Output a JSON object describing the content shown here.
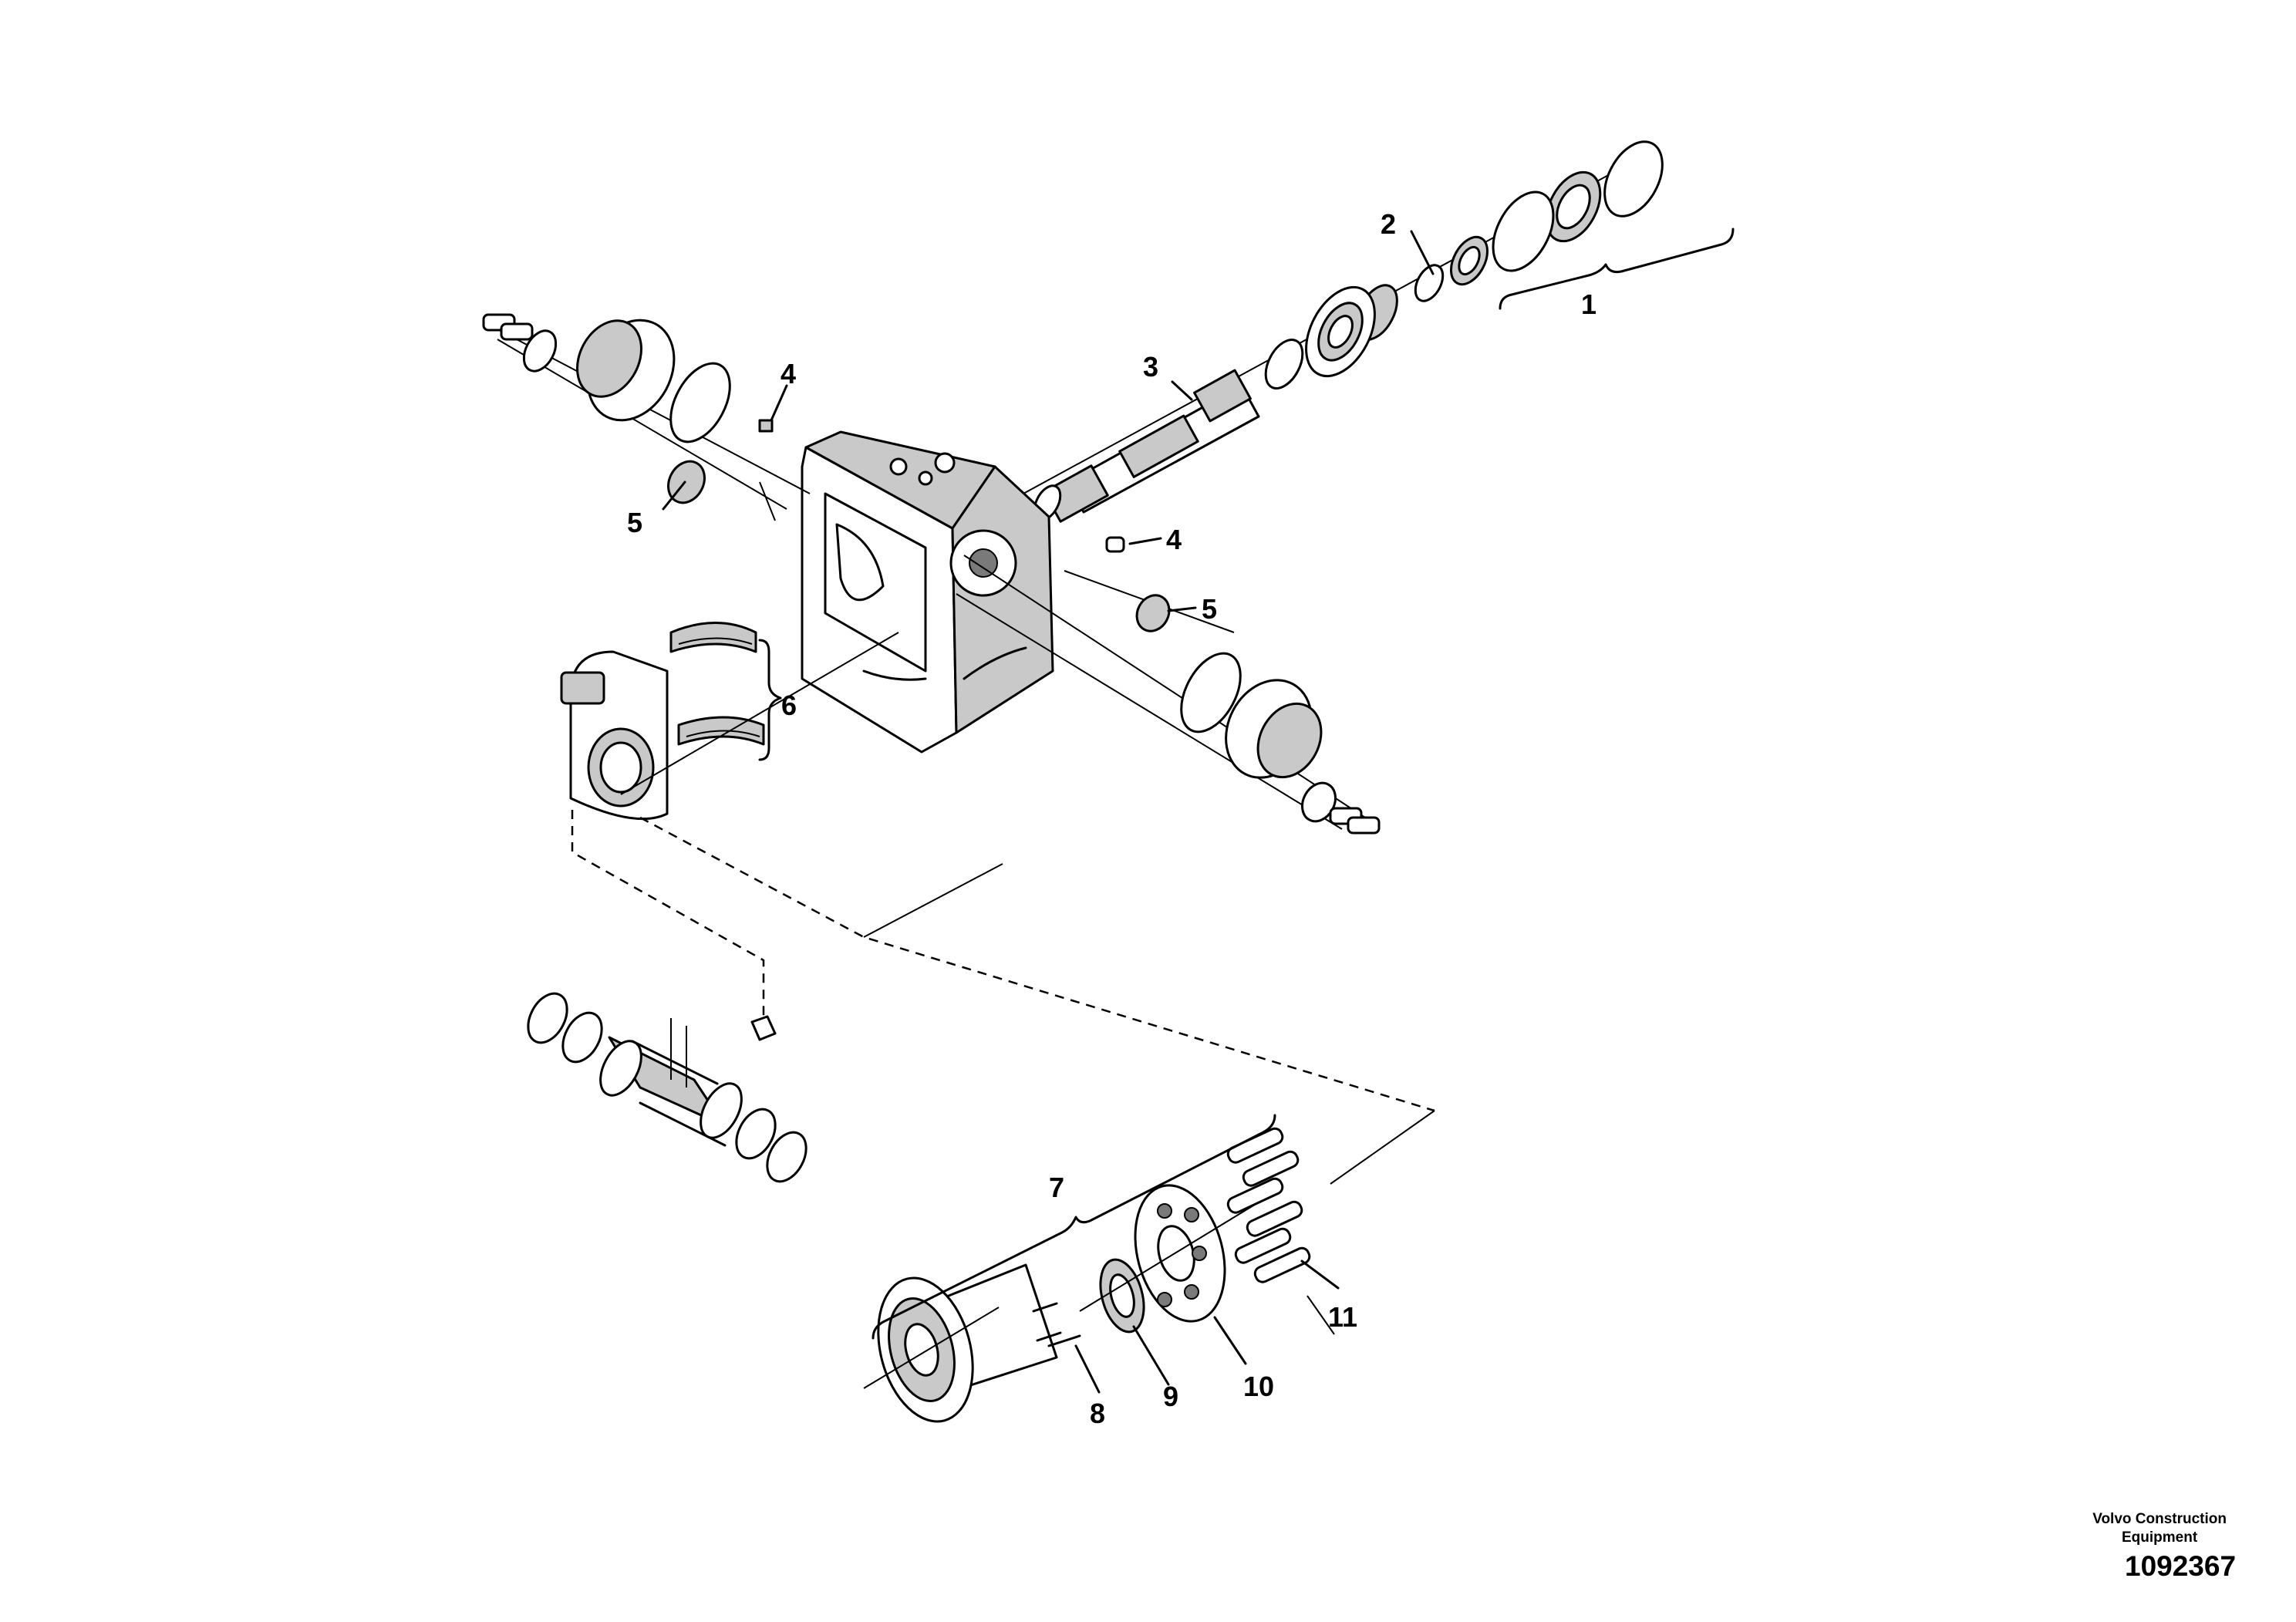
{
  "diagram": {
    "callouts": [
      {
        "id": "1",
        "label": "1"
      },
      {
        "id": "2",
        "label": "2"
      },
      {
        "id": "3",
        "label": "3"
      },
      {
        "id": "4a",
        "label": "4"
      },
      {
        "id": "4b",
        "label": "4"
      },
      {
        "id": "5a",
        "label": "5"
      },
      {
        "id": "5b",
        "label": "5"
      },
      {
        "id": "6",
        "label": "6"
      },
      {
        "id": "7",
        "label": "7"
      },
      {
        "id": "8",
        "label": "8"
      },
      {
        "id": "9",
        "label": "9"
      },
      {
        "id": "10",
        "label": "10"
      },
      {
        "id": "11",
        "label": "11"
      }
    ]
  },
  "footer": {
    "brand_line1": "Volvo Construction",
    "brand_line2": "Equipment",
    "document_number": "1092367"
  }
}
